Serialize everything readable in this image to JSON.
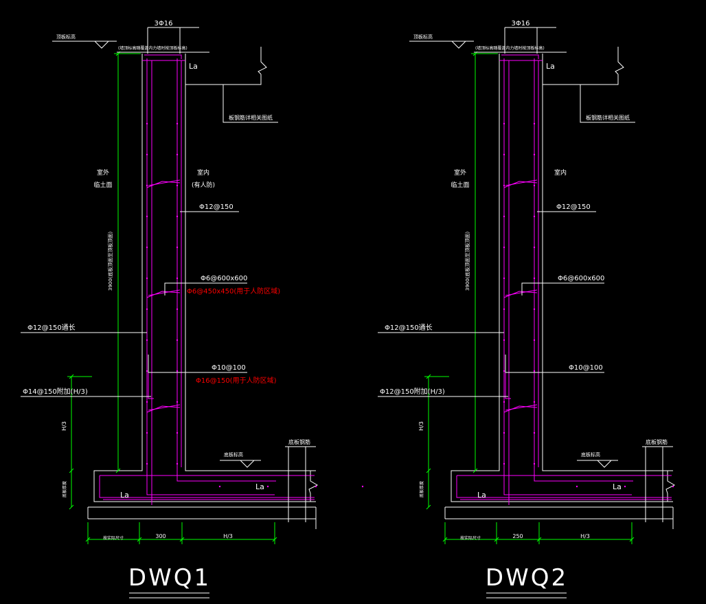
{
  "colors": {
    "background": "#000000",
    "line": "#ffffff",
    "rebar": "#ff00ff",
    "dimension": "#00ff00",
    "highlight": "#ff0000"
  },
  "drawings": [
    {
      "id": "dwq1",
      "title": "DWQ1",
      "top_rebar": "3Φ16",
      "top_level": "顶板标高",
      "top_note": "(墙顶标高随覆盖内力墙时按顶板标高)",
      "la_top": "La",
      "slab_note": "板钢筋详相关图纸",
      "outside": [
        "室外",
        "临土面"
      ],
      "inside": [
        "室内",
        "(有人防)"
      ],
      "vert_dim": "3900(底板顶面至顶板顶面)",
      "rebar_inner": "Φ12@150",
      "tie": "Φ6@600x600",
      "tie_civil": "Φ6@450x450(用于人防区域)",
      "rebar_outer": "Φ12@150通长",
      "horiz_bar": "Φ10@100",
      "horiz_civil": "Φ16@150(用于人防区域)",
      "add_bar": "Φ14@150附加(H/3)",
      "h3_left": "H/3",
      "bottom_level": "底板标高",
      "bottom_bar": "底板钢筋",
      "slab_thick": "底板厚度",
      "la_left": "La",
      "la_right": "La",
      "dim_1": "按实际尺寸",
      "dim_2": "300",
      "dim_3": "H/3"
    },
    {
      "id": "dwq2",
      "title": "DWQ2",
      "top_rebar": "3Φ16",
      "top_level": "顶板标高",
      "top_note": "(墙顶标高随覆盖内力墙时按顶板标高)",
      "la_top": "La",
      "slab_note": "板钢筋详相关图纸",
      "outside": [
        "室外",
        "临土面"
      ],
      "inside": [
        "室内"
      ],
      "vert_dim": "3900(底板顶面至顶板顶面)",
      "rebar_inner": "Φ12@150",
      "tie": "Φ6@600x600",
      "tie_civil": "",
      "rebar_outer": "Φ12@150通长",
      "horiz_bar": "Φ10@100",
      "horiz_civil": "",
      "add_bar": "Φ12@150附加(H/3)",
      "h3_left": "H/3",
      "bottom_level": "底板标高",
      "bottom_bar": "底板钢筋",
      "slab_thick": "底板厚度",
      "la_left": "La",
      "la_right": "La",
      "dim_1": "按实际尺寸",
      "dim_2": "250",
      "dim_3": "H/3"
    }
  ]
}
